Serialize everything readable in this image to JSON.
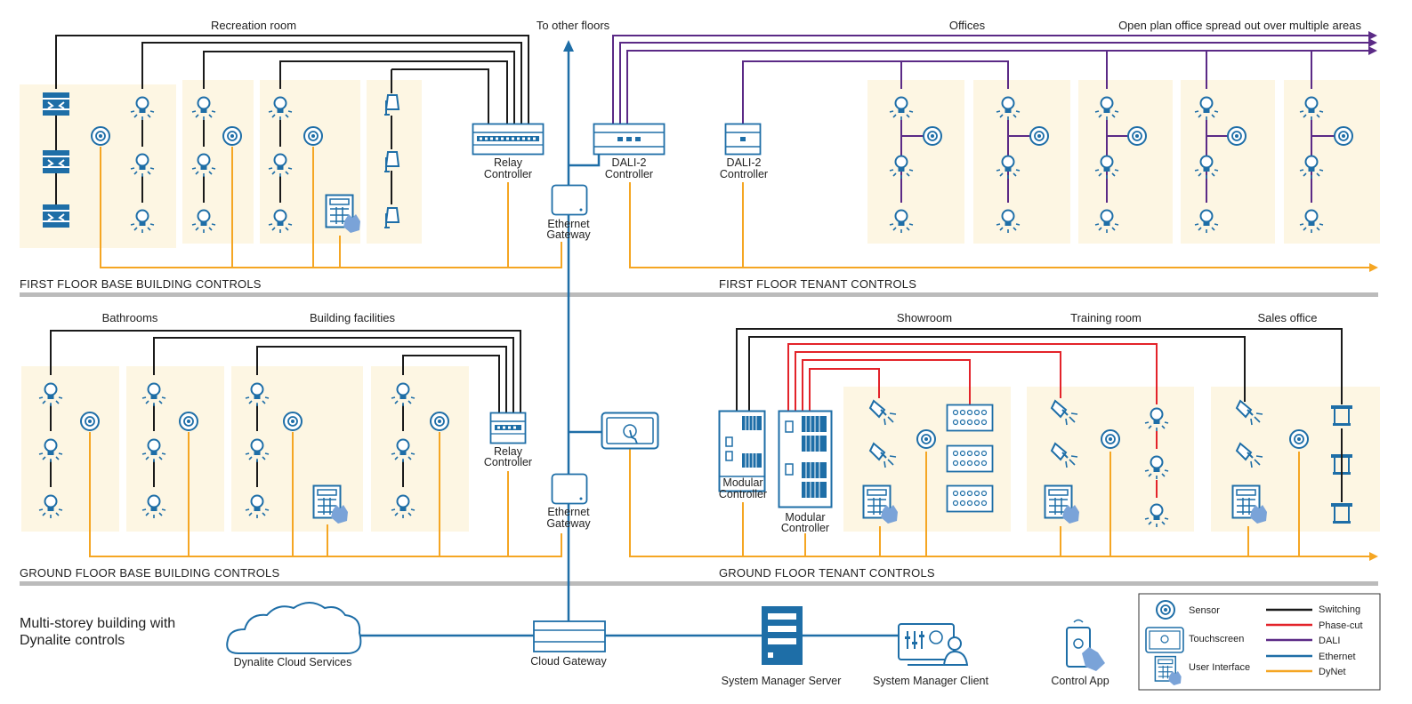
{
  "title_lines": [
    "Multi-storey building with",
    "Dynalite controls"
  ],
  "top_label": "To other floors",
  "first_floor": {
    "rooms": {
      "recreation": "Recreation room",
      "offices": "Offices",
      "open_plan": "Open plan office spread out over multiple areas"
    },
    "devices": {
      "relay": [
        "Relay",
        "Controller"
      ],
      "dali_a": [
        "DALI-2",
        "Controller"
      ],
      "dali_b": [
        "DALI-2",
        "Controller"
      ],
      "gateway": [
        "Ethernet",
        "Gateway"
      ]
    },
    "base_label": "FIRST FLOOR BASE BUILDING CONTROLS",
    "tenant_label": "FIRST FLOOR TENANT CONTROLS"
  },
  "ground_floor": {
    "rooms": {
      "bathrooms": "Bathrooms",
      "facilities": "Building facilities",
      "showroom": "Showroom",
      "training": "Training room",
      "sales": "Sales office"
    },
    "devices": {
      "relay": [
        "Relay",
        "Controller"
      ],
      "gateway": [
        "Ethernet",
        "Gateway"
      ],
      "modular_a": [
        "Modular",
        "Controller"
      ],
      "modular_b": [
        "Modular",
        "Controller"
      ]
    },
    "base_label": "GROUND FLOOR BASE BUILDING CONTROLS",
    "tenant_label": "GROUND FLOOR TENANT CONTROLS"
  },
  "bottom": {
    "cloud": "Dynalite Cloud Services",
    "cloud_gateway": "Cloud Gateway",
    "sm_server": "System Manager Server",
    "sm_client": "System Manager Client",
    "control_app": "Control App"
  },
  "legend": {
    "symbols": [
      "Sensor",
      "Touchscreen",
      "User Interface"
    ],
    "lines": [
      {
        "label": "Switching",
        "color": "#1a1a1a"
      },
      {
        "label": "Phase-cut",
        "color": "#e3232a"
      },
      {
        "label": "DALI",
        "color": "#5b2a86"
      },
      {
        "label": "Ethernet",
        "color": "#1e6ea7"
      },
      {
        "label": "DyNet",
        "color": "#f5a623"
      }
    ]
  },
  "colors": {
    "room_fill": "#fdf6e3",
    "icon": "#1e6ea7",
    "divider": "#bbbbbb",
    "hand": "#7aa3d8"
  }
}
